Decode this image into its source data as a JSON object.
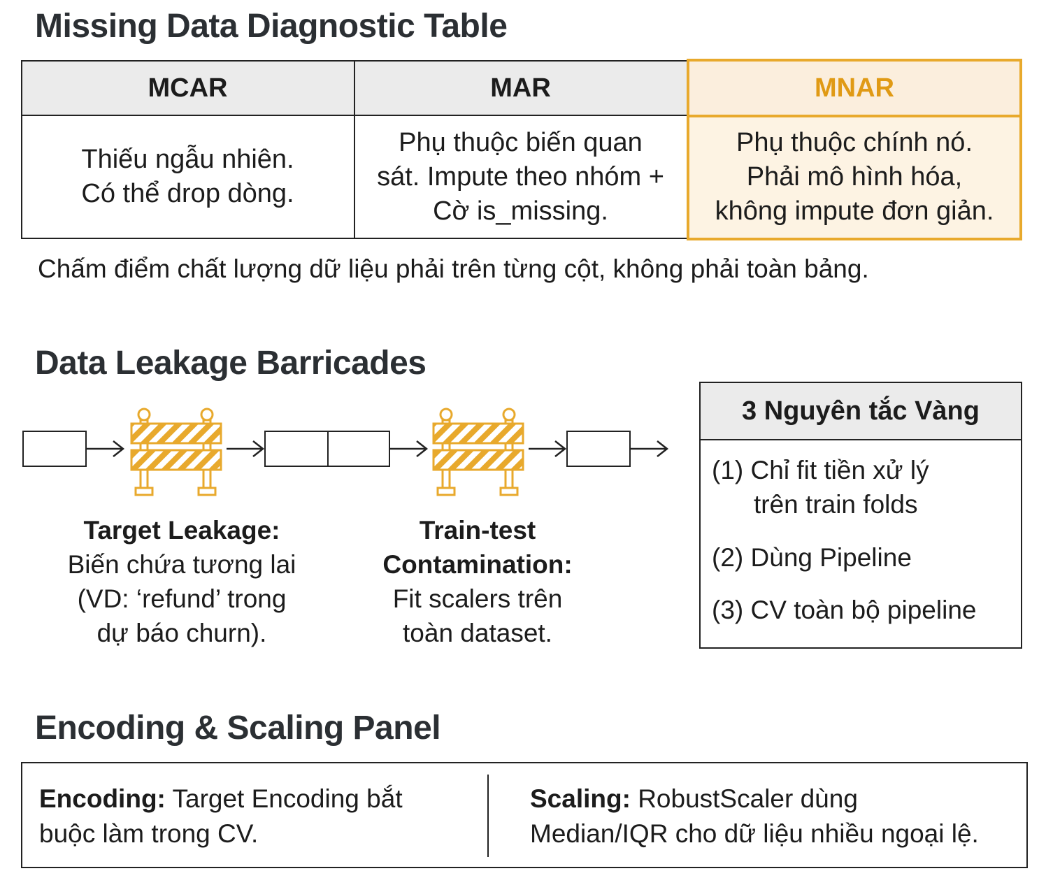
{
  "missing": {
    "title": "Missing Data Diagnostic Table",
    "columns": [
      {
        "header": "MCAR",
        "lines": [
          "Thiếu ngẫu nhiên.",
          "Có thể drop dòng."
        ]
      },
      {
        "header": "MAR",
        "lines": [
          "Phụ thuộc biến quan",
          "sát. Impute theo nhóm +",
          "Cờ is_missing."
        ]
      },
      {
        "header": "MNAR",
        "lines": [
          "Phụ thuộc chính nó.",
          "Phải mô hình hóa,",
          "không impute đơn giản."
        ]
      }
    ],
    "note": "Chấm điểm chất lượng dữ liệu phải trên từng cột, không phải toàn bảng.",
    "highlight_color": "#e8a92c"
  },
  "leakage": {
    "title": "Data Leakage Barricades",
    "target": {
      "title": "Target Leakage:",
      "lines": [
        "Biến chứa tương lai",
        "(VD: ‘refund’ trong",
        "dự báo churn)."
      ]
    },
    "traintest": {
      "title_lines": [
        "Train-test",
        "Contamination:"
      ],
      "lines": [
        "Fit scalers trên",
        "toàn dataset."
      ]
    },
    "rules": {
      "header": "3 Nguyên tắc Vàng",
      "items": [
        {
          "num": "(1)",
          "lines": [
            "Chỉ fit tiền xử lý",
            "trên train folds"
          ]
        },
        {
          "num": "(2)",
          "lines": [
            "Dùng Pipeline"
          ]
        },
        {
          "num": "(3)",
          "lines": [
            "CV toàn bộ pipeline"
          ]
        }
      ]
    },
    "barricade_color": "#e8a92c"
  },
  "encoding": {
    "title": "Encoding & Scaling Panel",
    "left": {
      "label": "Encoding:",
      "text1": " Target Encoding bắt",
      "text2": "buộc làm trong CV."
    },
    "right": {
      "label": "Scaling:",
      "text1": " RobustScaler dùng",
      "text2": "Median/IQR cho dữ liệu nhiều ngoại lệ."
    }
  }
}
